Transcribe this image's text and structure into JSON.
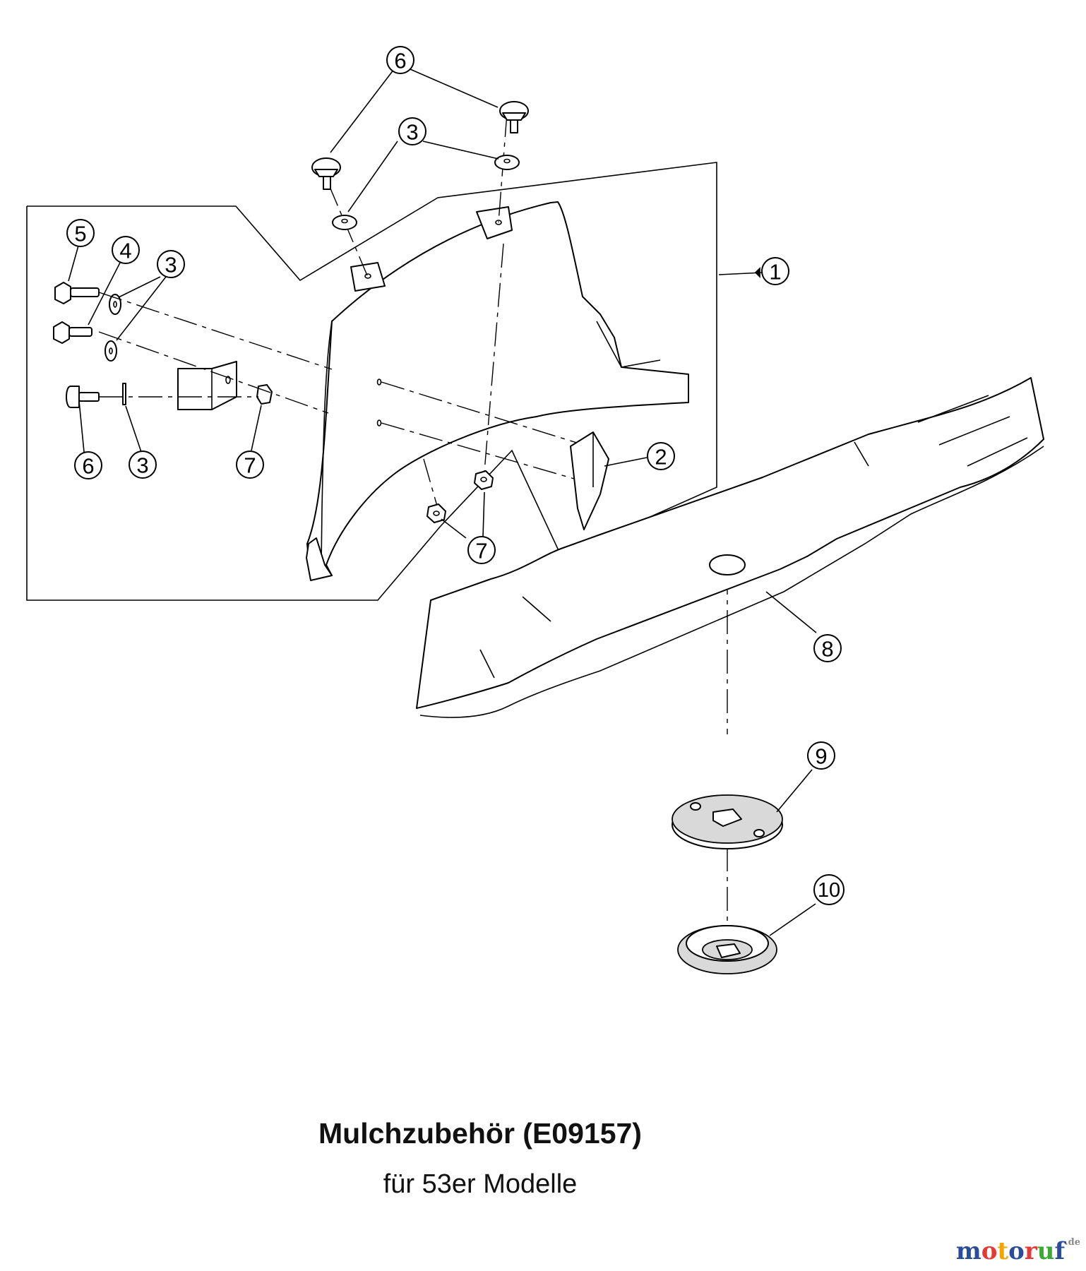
{
  "title": "Mulchzubehör (E09157)",
  "subtitle": "für 53er Modelle",
  "watermark": {
    "name": "motoruf",
    "domain": ".de",
    "letter_colors": [
      "#2b4c9b",
      "#e53935",
      "#f2a400",
      "#2b4c9b",
      "#e53935",
      "#3aa935",
      "#2b4c9b"
    ]
  },
  "callouts": [
    {
      "id": "c6a",
      "label": "6"
    },
    {
      "id": "c3a",
      "label": "3"
    },
    {
      "id": "c5",
      "label": "5"
    },
    {
      "id": "c4",
      "label": "4"
    },
    {
      "id": "c3b",
      "label": "3"
    },
    {
      "id": "c1",
      "label": "1"
    },
    {
      "id": "c2",
      "label": "2"
    },
    {
      "id": "c6b",
      "label": "6"
    },
    {
      "id": "c3c",
      "label": "3"
    },
    {
      "id": "c7a",
      "label": "7"
    },
    {
      "id": "c7b",
      "label": "7"
    },
    {
      "id": "c8",
      "label": "8"
    },
    {
      "id": "c9",
      "label": "9"
    },
    {
      "id": "c10",
      "label": "10"
    }
  ]
}
